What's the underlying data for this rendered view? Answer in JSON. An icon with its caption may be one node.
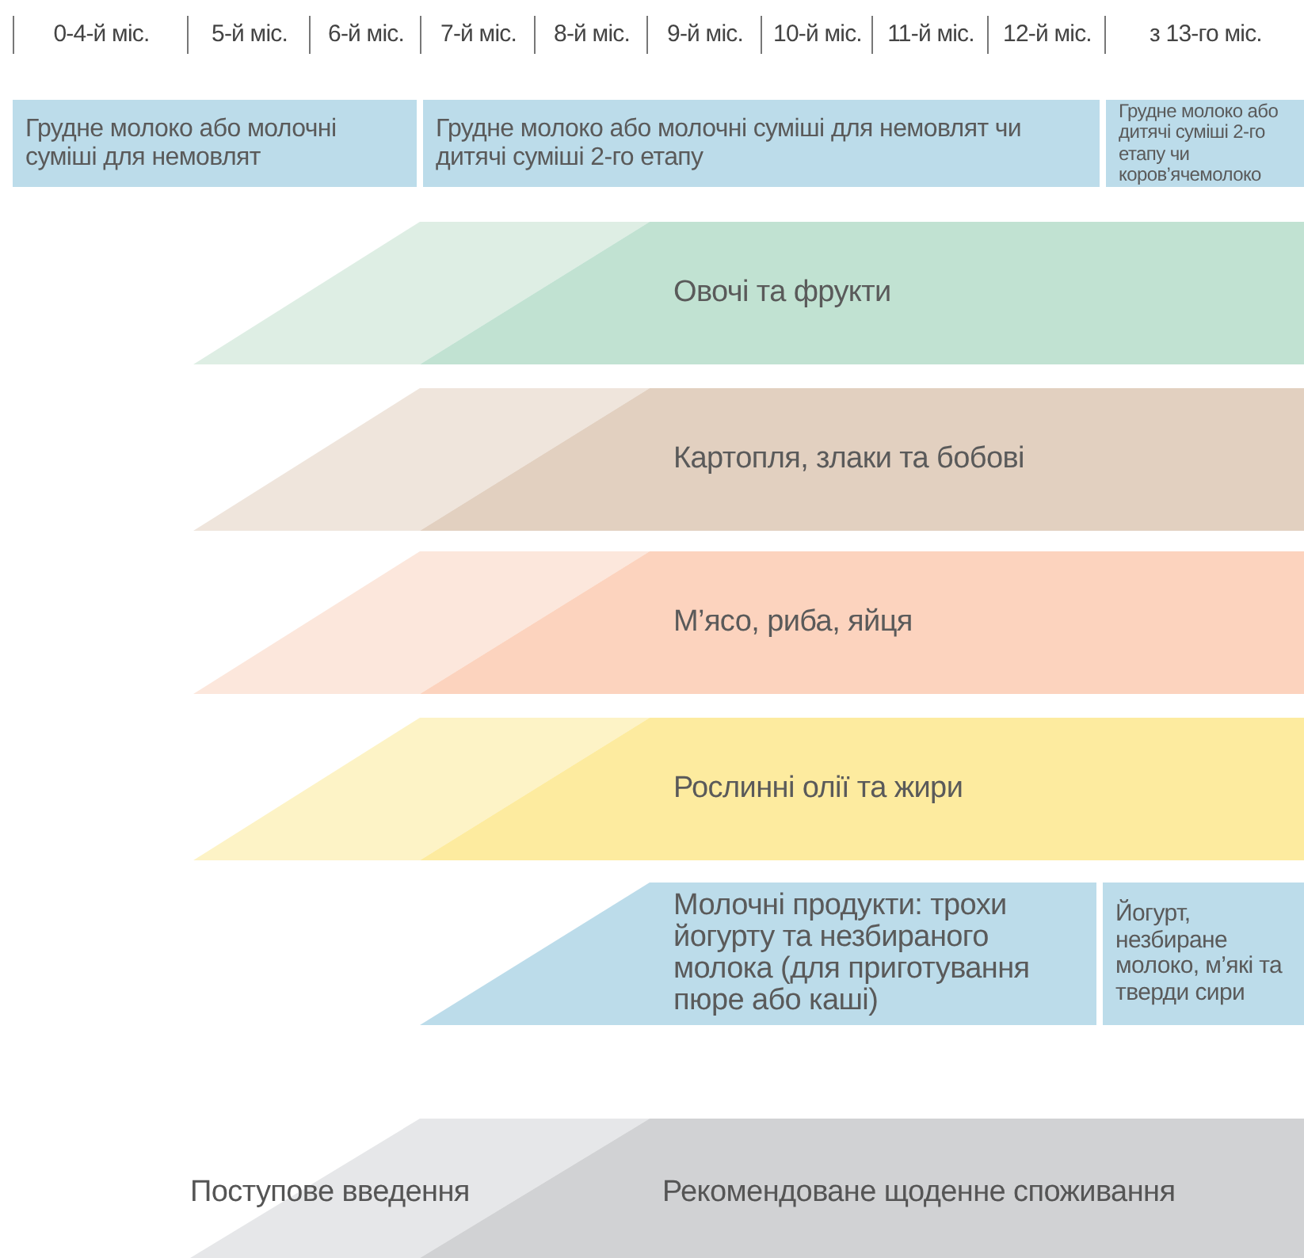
{
  "diagram": {
    "nodes": [
      {
        "text": [
          "Грудне молоко або молочні суміші для немовлят"
        ]
      },
      {
        "text": [
          "Грудне молоко або молочні суміші для немовлят чи дитячі суміші 2-го етапу"
        ]
      },
      {
        "text": [
          "Грудне молоко або дитячі суміші 2-го етапу чи коров’ячемолоко"
        ]
      },
      {
        "text": [
          "Овочі та фрукти"
        ]
      },
      {
        "text": [
          "Картопля, злаки та бобові"
        ]
      },
      {
        "text": [
          "М’ясо, риба, яйця"
        ]
      },
      {
        "text": [
          "Рослинні олії та жири"
        ]
      },
      {
        "text": [
          "Молочні продукти: трохи йогурту та незбираного молока (для приготування пюре або каші)"
        ]
      },
      {
        "text": [
          "Йогурт, незбиране молоко, м’які та тверди сири"
        ]
      }
    ],
    "labels": [
      "0-4-й міс.",
      "5-й міс.",
      "6-й міс.",
      "7-й міс.",
      "8-й міс.",
      "9-й міс.",
      "10-й міс.",
      "11-й міс.",
      "12-й міс.",
      "з 13-го міс."
    ],
    "legend": [
      {
        "text": "Поступове введення",
        "color": "#e6e7e9"
      },
      {
        "text": "Рекомендоване щоденне споживання",
        "color": "#d1d2d4"
      }
    ]
  }
}
